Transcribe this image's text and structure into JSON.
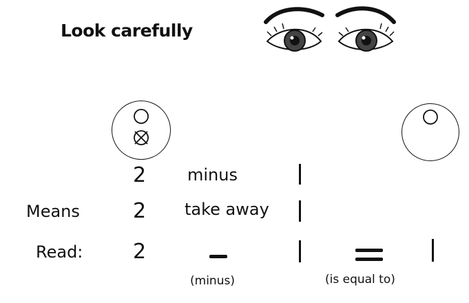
{
  "title": "Look carefully",
  "rows": [
    {
      "label": "",
      "number": "2",
      "word": "minus"
    },
    {
      "label": "Means",
      "number": "2",
      "word": "take away"
    },
    {
      "label": "Read:",
      "number": "2",
      "word": ""
    }
  ],
  "captions": {
    "minus": "(minus)",
    "equal": "(is equal to)"
  },
  "icons": {
    "eyes": "eyes-illustration",
    "group_left": "circle-with-two-items-one-crossed",
    "group_right": "circle-with-one-item"
  }
}
